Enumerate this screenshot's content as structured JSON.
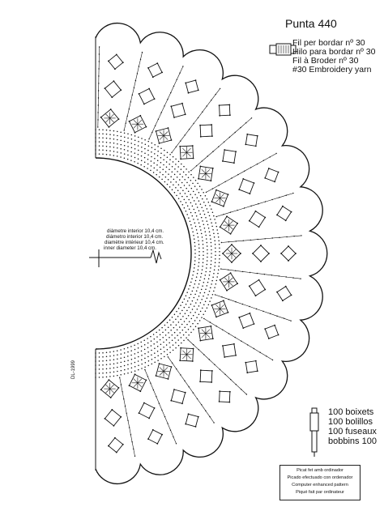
{
  "pattern_title": "Punta 440",
  "thread_lines": [
    "Fil per bordar nº 30",
    "Hilo para bordar nº 30",
    "Fil à Broder nº 30",
    "#30 Embroidery yarn"
  ],
  "bobbin_lines": [
    "100 boixets",
    "100 bolillos",
    "100 fuseaux",
    "bobbins 100"
  ],
  "diameter_lines": [
    "diàmetre interior 10,4 cm.",
    "diámetro interior 10,4 cm.",
    "diamètre intérieur 10,4 cm.",
    "inner diameter 10,4 cm."
  ],
  "footer_lines": [
    "Picat fet amb ordinador",
    "Picado efectuado con ordenador",
    "Computer enhanced pattern",
    "Piqué fait par ordinateur"
  ],
  "side_code": "DL-1999",
  "colors": {
    "ink": "#111111",
    "paper": "#ffffff"
  },
  "icons": [
    "thread-spool-icon",
    "bobbin-icon",
    "pin-mark-icon"
  ]
}
